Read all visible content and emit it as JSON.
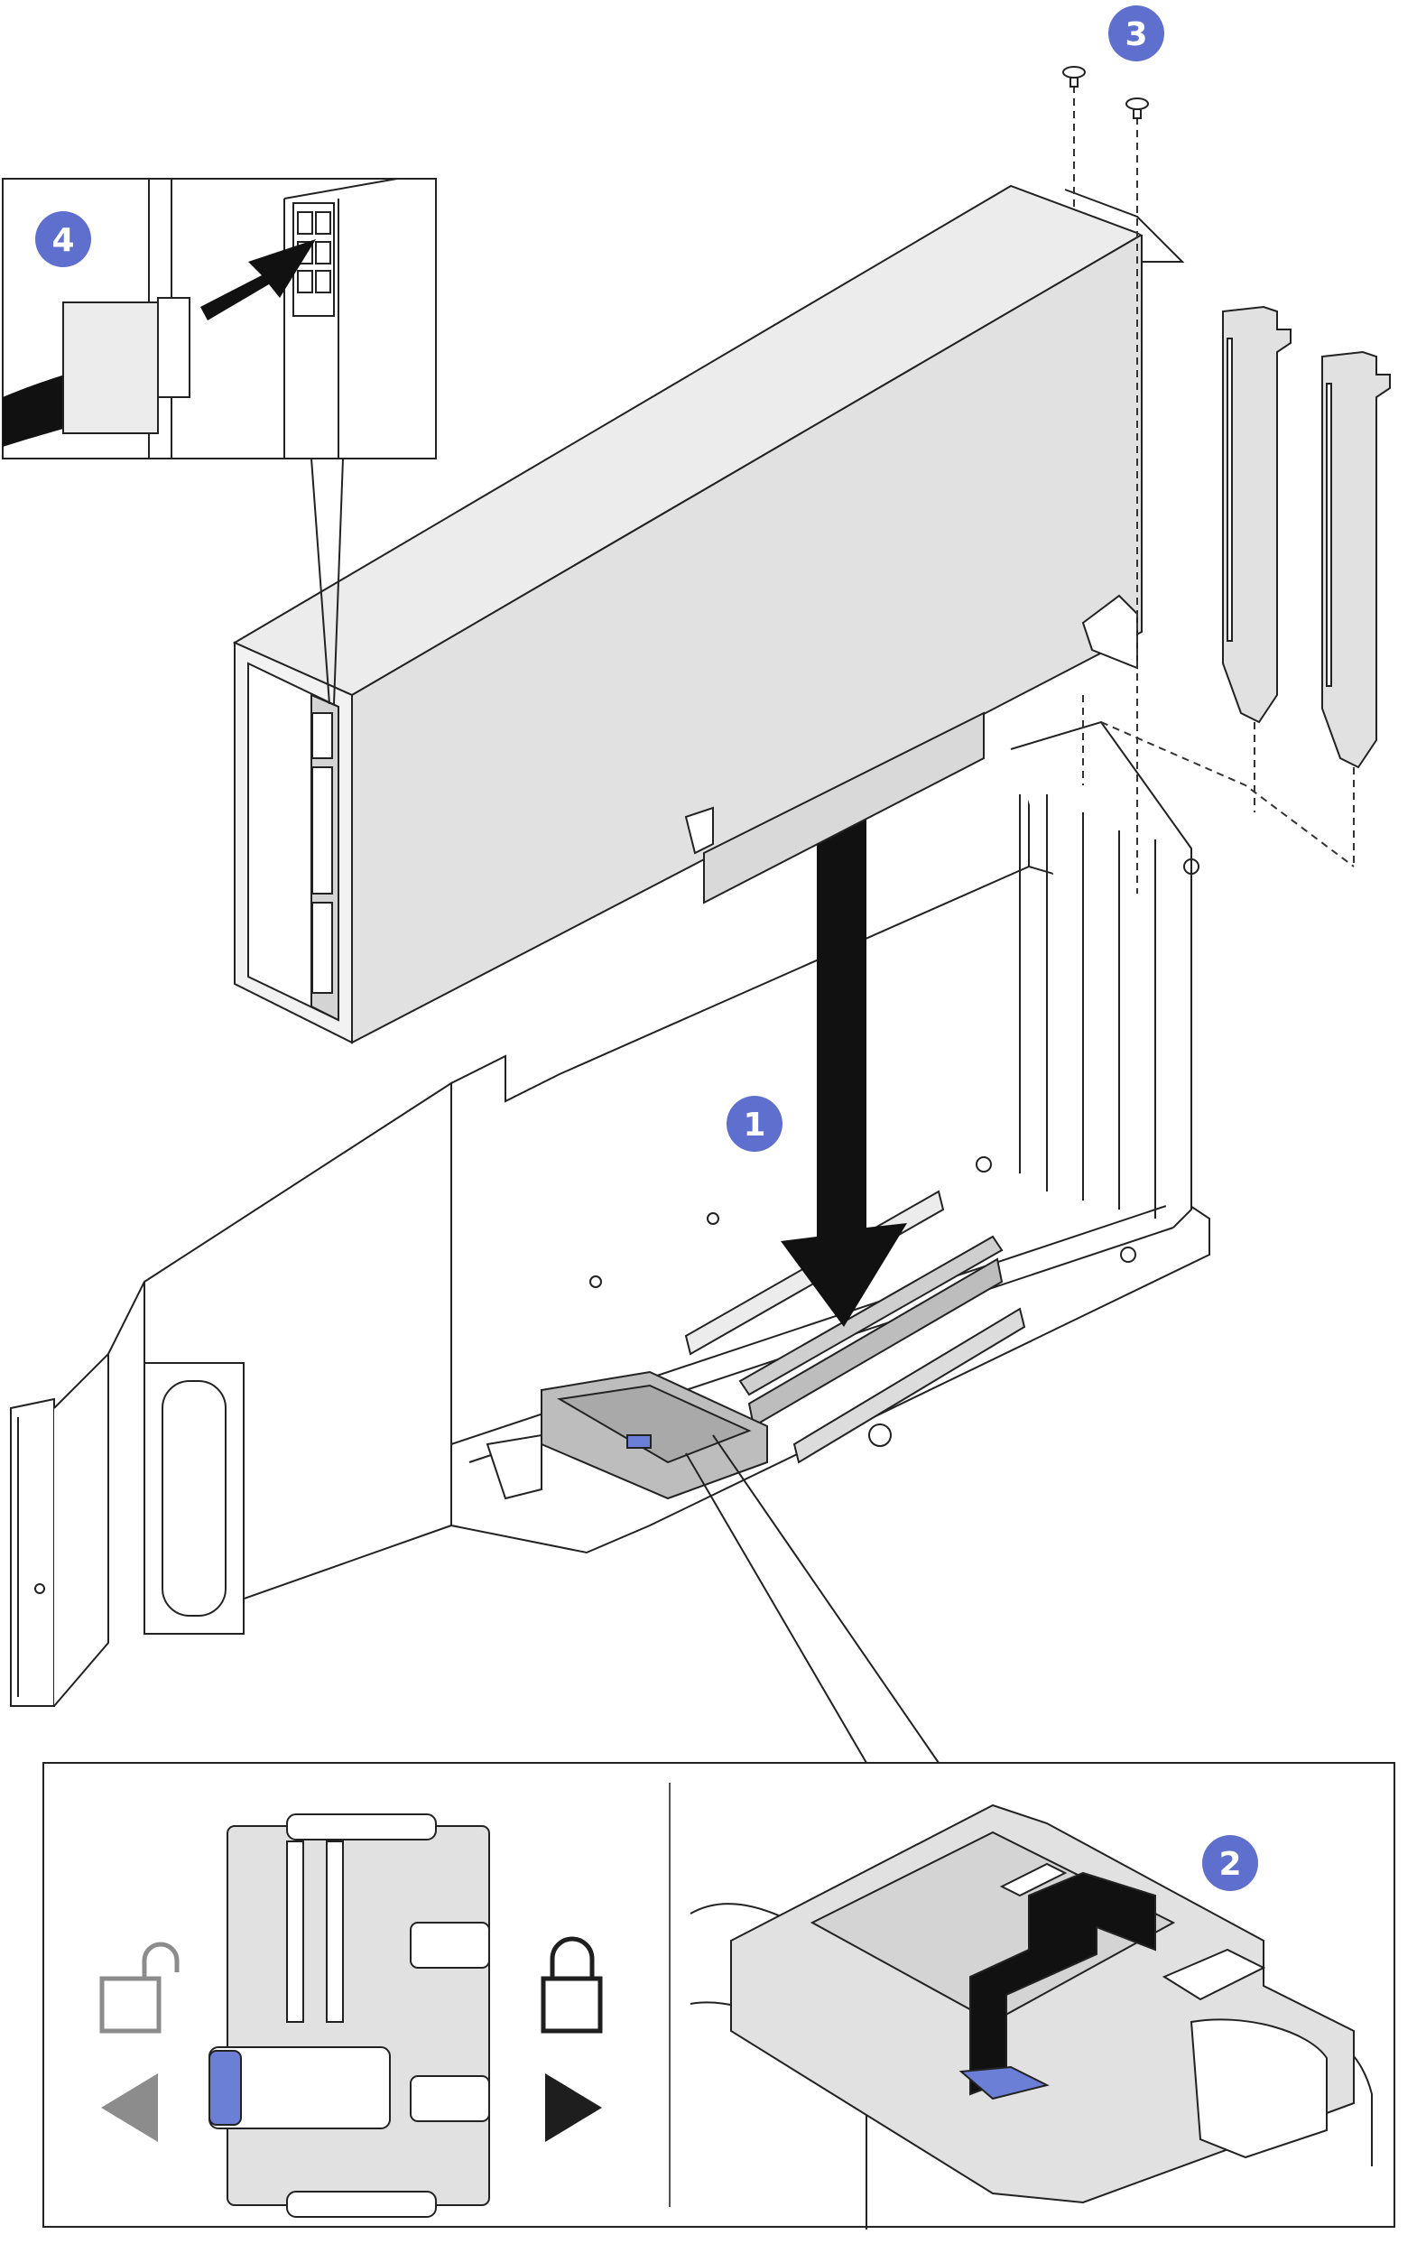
{
  "steps": [
    {
      "label": "1"
    },
    {
      "label": "2"
    },
    {
      "label": "3"
    },
    {
      "label": "4"
    }
  ],
  "colors": {
    "badge": "#5E6FCE",
    "latch_blue": "#6B7FD6",
    "part_fill": "#E1E1E1",
    "outline": "#222222",
    "unlocked_gray": "#8C8C8C",
    "locked_dark": "#1E1E1E",
    "arrow": "#111111"
  },
  "icons": {
    "unlock": "unlocked-padlock-icon",
    "lock": "locked-padlock-icon",
    "left": "triangle-left-icon",
    "right": "triangle-right-icon"
  }
}
